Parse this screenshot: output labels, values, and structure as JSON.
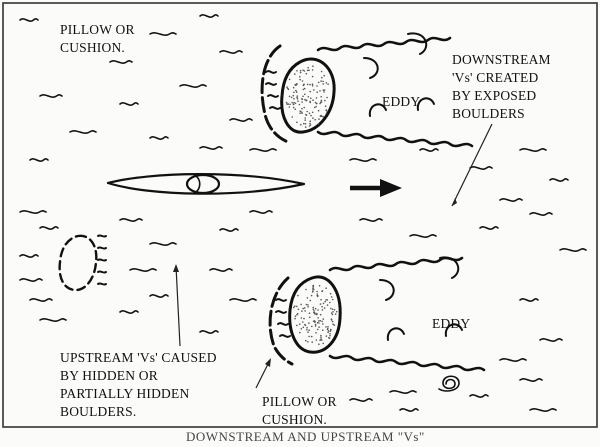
{
  "labels": {
    "pillow_top": [
      "PILLOW OR",
      "CUSHION."
    ],
    "downstream_vs": [
      "DOWNSTREAM",
      "'Vs' CREATED",
      "BY EXPOSED",
      "BOULDERS"
    ],
    "eddy_top": "EDDY",
    "eddy_bottom": "EDDY",
    "upstream_vs": [
      "UPSTREAM 'Vs' CAUSED",
      "BY HIDDEN OR",
      "PARTIALLY HIDDEN",
      "BOULDERS."
    ],
    "pillow_bottom": [
      "PILLOW OR",
      "CUSHION."
    ]
  },
  "caption": "DOWNSTREAM AND UPSTREAM \"Vs\"",
  "colors": {
    "ink": "#111111",
    "paper": "#fbfbf9",
    "frame": "#333333"
  }
}
